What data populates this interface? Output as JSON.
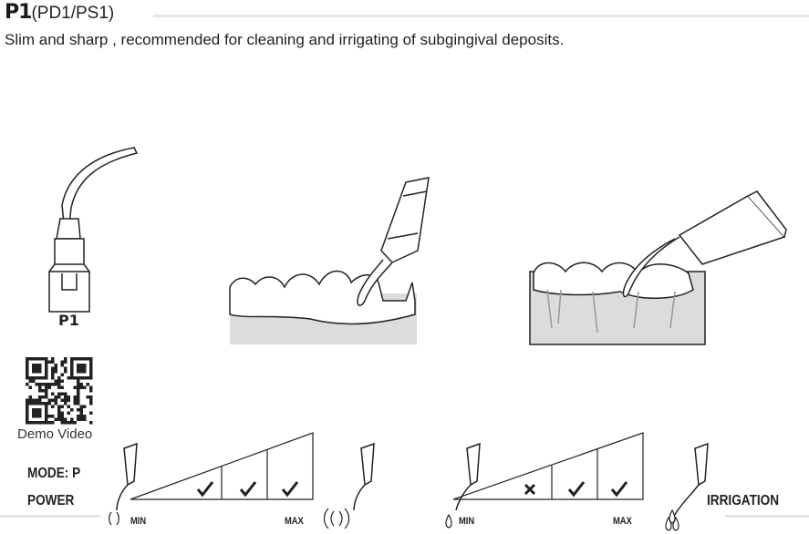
{
  "header": {
    "code": "P1",
    "alternates": "(PD1/PS1)",
    "description": "Slim and sharp , recommended for cleaning and irrigating of subgingival deposits."
  },
  "tip_label": "P1",
  "qr": {
    "caption": "Demo Video"
  },
  "settings": {
    "mode_label": "MODE: P",
    "power": {
      "label": "POWER",
      "min": "MIN",
      "max": "MAX",
      "levels": [
        "ok",
        "ok",
        "ok"
      ]
    },
    "irrigation": {
      "label": "IRRIGATION",
      "min": "MIN",
      "max": "MAX",
      "levels": [
        "no",
        "ok",
        "ok"
      ]
    }
  }
}
